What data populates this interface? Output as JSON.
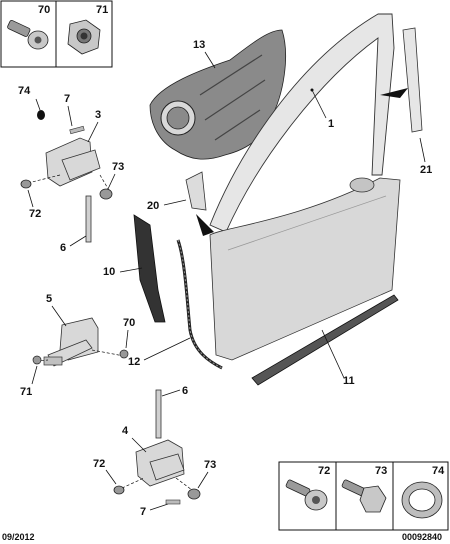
{
  "top_box": {
    "items": [
      {
        "ref": "70"
      },
      {
        "ref": "71"
      }
    ]
  },
  "callouts": {
    "c1": "1",
    "c3": "3",
    "c4": "4",
    "c5": "5",
    "c6a": "6",
    "c6b": "6",
    "c7a": "7",
    "c7b": "7",
    "c10": "10",
    "c11": "11",
    "c12": "12",
    "c13": "13",
    "c20": "20",
    "c21": "21",
    "c70": "70",
    "c71": "71",
    "c72a": "72",
    "c72b": "72",
    "c73a": "73",
    "c73b": "73",
    "c74": "74"
  },
  "bottom_box": {
    "items": [
      {
        "ref": "72"
      },
      {
        "ref": "73"
      },
      {
        "ref": "74"
      }
    ]
  },
  "footer": {
    "date": "09/2012",
    "code": "00092840"
  }
}
